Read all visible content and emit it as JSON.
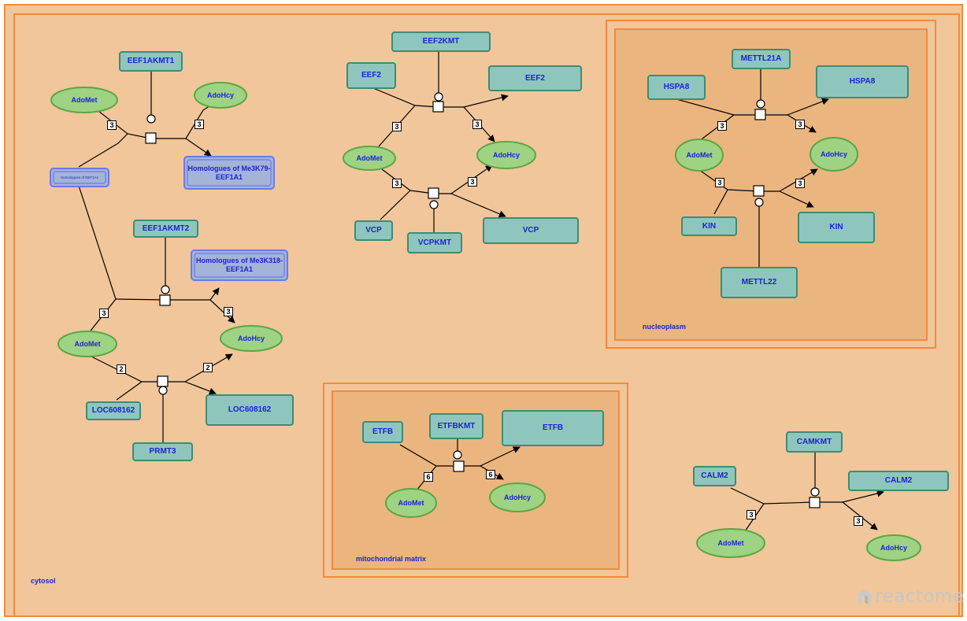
{
  "compartments": {
    "cytosol": "cytosol",
    "nucleoplasm": "nucleoplasm",
    "mitochondrial_matrix": "mitochondrial matrix"
  },
  "entities": {
    "eef1akmt1": "EEF1AKMT1",
    "adomet_1": "AdoMet",
    "adohcy_1": "AdoHcy",
    "homologues_eef1a1": "Homologues of EEF1A1",
    "me3k79": "Homologues of Me3K79-EEF1A1",
    "eef1akmt2": "EEF1AKMT2",
    "me3k318": "Homologues of Me3K318-EEF1A1",
    "adomet_2": "AdoMet",
    "adohcy_2": "AdoHcy",
    "loc_in": "LOC608162",
    "loc_out": "LOC608162",
    "prmt3": "PRMT3",
    "eef2kmt": "EEF2KMT",
    "eef2_in": "EEF2",
    "eef2_out": "EEF2",
    "adomet_3": "AdoMet",
    "adohcy_3": "AdoHcy",
    "vcp_in": "VCP",
    "vcpkmt": "VCPKMT",
    "vcp_out": "VCP",
    "mettl21a": "METTL21A",
    "hspa8_in": "HSPA8",
    "hspa8_out": "HSPA8",
    "adomet_4": "AdoMet",
    "adohcy_4": "AdoHcy",
    "kin_in": "KIN",
    "kin_out": "KIN",
    "mettl22": "METTL22",
    "etfb_in": "ETFB",
    "etfbkmt": "ETFBKMT",
    "etfb_out": "ETFB",
    "adomet_5": "AdoMet",
    "adohcy_5": "AdoHcy",
    "camkmt": "CAMKMT",
    "calm2_in": "CALM2",
    "calm2_out": "CALM2",
    "adomet_6": "AdoMet",
    "adohcy_6": "AdoHcy"
  },
  "stoichiometry": {
    "r1_in": "3",
    "r1_out": "3",
    "r2_in": "3",
    "r2_out": "3",
    "r3_in": "2",
    "r3_out": "2",
    "r4_in": "3",
    "r4_out": "3",
    "r5_in": "3",
    "r5_out": "3",
    "r6_in": "3",
    "r6_out": "3",
    "r7_in": "3",
    "r7_out": "3",
    "r8_in": "6",
    "r8_out": "6",
    "r9_in": "3",
    "r9_out": "3"
  },
  "watermark": "reactome",
  "colors": {
    "cytosol_fill": "#f1c69a",
    "compartment_stroke": "#f7893c",
    "inner_fill": "#ebb57f",
    "protein_fill": "#8ec6bd",
    "protein_stroke": "#3d8c74",
    "chemical_fill": "#9ed384",
    "chemical_stroke": "#5ba642",
    "complex_fill": "#a3b4d6",
    "complex_stroke": "#6a78f0",
    "label_text": "#1d22d4"
  }
}
